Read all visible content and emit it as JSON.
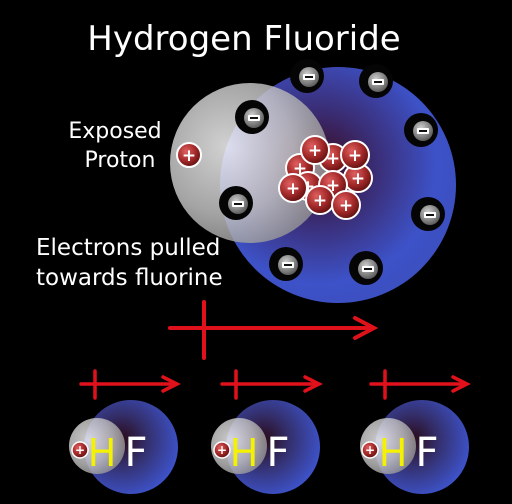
{
  "title": "Hydrogen  Fluoride",
  "labels": {
    "exposed_proton_line1": "Exposed",
    "exposed_proton_line2": "Proton",
    "electrons_line1": "Electrons pulled",
    "electrons_line2": "towards fluorine"
  },
  "molecule_labels": {
    "hydrogen": "H",
    "fluorine": "F"
  },
  "symbols": {
    "plus": "+",
    "minus": "−"
  },
  "colors": {
    "background": "#000000",
    "arrow": "#e0111b",
    "proton": "#a52a2a",
    "fluorine_cloud": "#3d4fc4",
    "hydrogen_cloud": "#cfcfcf",
    "hydrogen_symbol": "#f5f200"
  }
}
